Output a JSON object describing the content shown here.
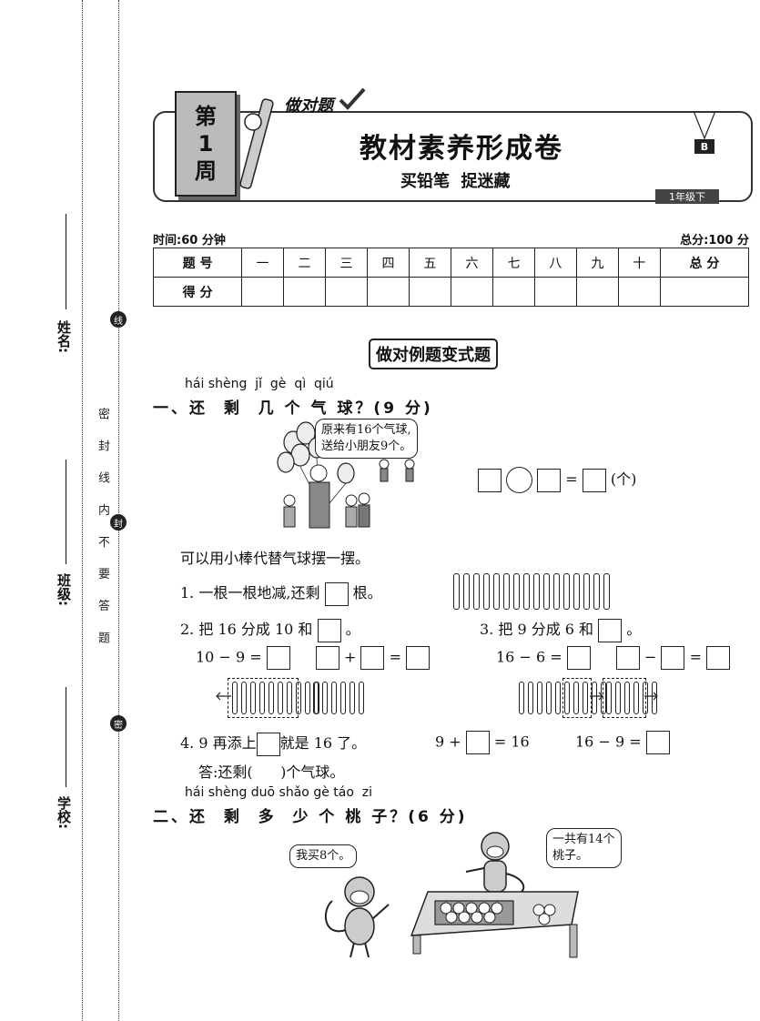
{
  "margin": {
    "name_label": "姓名:",
    "class_label": "班级:",
    "school_label": "学校:",
    "notice": "密 封 线 内 不 要 答 题",
    "cut_marks": [
      "线",
      "封",
      "密"
    ]
  },
  "header": {
    "week_label": [
      "第",
      "1",
      "周"
    ],
    "ribbon": "做对题",
    "title": "教材素养形成卷",
    "subtitle": "买铅笔  捉迷藏",
    "badge": "B",
    "grade": "1年级下"
  },
  "exam": {
    "time": "时间:60 分钟",
    "total": "总分:100 分",
    "table_header": [
      "题 号",
      "一",
      "二",
      "三",
      "四",
      "五",
      "六",
      "七",
      "八",
      "九",
      "十",
      "总 分"
    ],
    "score_row_label": "得 分"
  },
  "section": {
    "title": "做对例题变式题"
  },
  "q1": {
    "pinyin": "hái shèng  jǐ  gè  qì  qiú",
    "title": "一、还  剩  几 个 气 球？(9 分)",
    "bubble": [
      "原来有16个气球,",
      "送给小朋友9个。"
    ],
    "eq_eq": "=",
    "eq_unit": "(个)",
    "hint": "可以用小棒代替气球摆一摆。",
    "s1_pre": "1. 一根一根地减,还剩",
    "s1_post": "根。",
    "s2_pre": "2. 把 16 分成 10 和",
    "s2_post": "。",
    "s3_pre": "3. 把 9 分成 6 和",
    "s3_post": "。",
    "s2_eq": "10 − 9 =",
    "s3_eq": "16 − 6 =",
    "op_plus": "+",
    "op_minus": "−",
    "op_eq": "=",
    "s4_pre": "4. 9 再添上",
    "s4_post": "就是 16 了。",
    "s4_eq1_pre": "9 +",
    "s4_eq1_post": "= 16",
    "s4_eq2_pre": "16 − 9 =",
    "answer": "答:还剩(      )个气球。"
  },
  "q2": {
    "pinyin": "hái shèng duō shǎo gè táo  zi",
    "title": "二、还  剩  多  少 个 桃 子？(6 分)",
    "bubble_left": "我买8个。",
    "bubble_right": [
      "一共有14个",
      "桃子。"
    ]
  }
}
